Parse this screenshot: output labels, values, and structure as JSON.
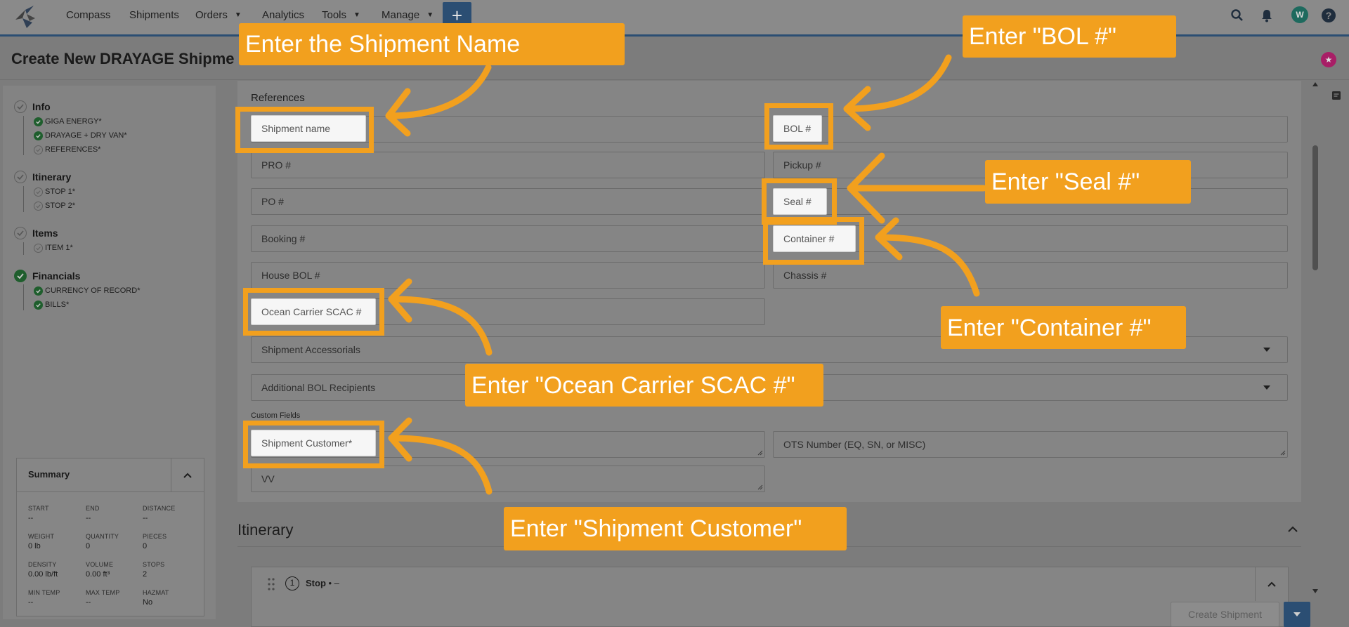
{
  "nav": {
    "items": [
      "Compass",
      "Shipments",
      "Orders",
      "Analytics",
      "Tools",
      "Manage"
    ],
    "plus_label": "+",
    "avatar_initial": "W",
    "icons": [
      "search-icon",
      "bell-icon",
      "help-icon"
    ]
  },
  "page": {
    "title": "Create New DRAYAGE Shipme"
  },
  "sidebar": {
    "groups": [
      {
        "label": "Info",
        "status": "partial",
        "items": [
          {
            "label": "GIGA ENERGY*",
            "done": true
          },
          {
            "label": "DRAYAGE + DRY VAN*",
            "done": true
          },
          {
            "label": "REFERENCES*",
            "done": false
          }
        ]
      },
      {
        "label": "Itinerary",
        "status": "todo",
        "items": [
          {
            "label": "STOP 1*",
            "done": false
          },
          {
            "label": "STOP 2*",
            "done": false
          }
        ]
      },
      {
        "label": "Items",
        "status": "todo",
        "items": [
          {
            "label": "ITEM 1*",
            "done": false
          }
        ]
      },
      {
        "label": "Financials",
        "status": "done",
        "items": [
          {
            "label": "CURRENCY OF RECORD*",
            "done": true
          },
          {
            "label": "BILLS*",
            "done": true
          }
        ]
      }
    ]
  },
  "summary": {
    "title": "Summary",
    "cells": [
      {
        "label": "START",
        "value": "--"
      },
      {
        "label": "END",
        "value": "--"
      },
      {
        "label": "DISTANCE",
        "value": "--"
      },
      {
        "label": "WEIGHT",
        "value": "0 lb"
      },
      {
        "label": "QUANTITY",
        "value": "0"
      },
      {
        "label": "PIECES",
        "value": "0"
      },
      {
        "label": "DENSITY",
        "value": "0.00 lb/ft"
      },
      {
        "label": "VOLUME",
        "value": "0.00 ft³"
      },
      {
        "label": "STOPS",
        "value": "2"
      },
      {
        "label": "MIN TEMP",
        "value": "--"
      },
      {
        "label": "MAX TEMP",
        "value": "--"
      },
      {
        "label": "HAZMAT",
        "value": "No"
      }
    ]
  },
  "references": {
    "title": "References",
    "fields": {
      "shipment_name": "Shipment name",
      "bol": "BOL #",
      "pro": "PRO #",
      "pickup": "Pickup #",
      "po": "PO #",
      "seal": "Seal #",
      "booking": "Booking #",
      "container": "Container #",
      "house_bol": "House BOL #",
      "chassis": "Chassis #",
      "ocean_scac": "Ocean Carrier SCAC #",
      "accessorials": "Shipment Accessorials",
      "bol_recipients": "Additional BOL Recipients"
    },
    "custom_fields_label": "Custom Fields",
    "custom": {
      "shipment_customer": "Shipment Customer*",
      "ots_number": "OTS Number (EQ, SN, or MISC)",
      "vv": "VV"
    }
  },
  "itinerary": {
    "title": "Itinerary",
    "stop": {
      "number": "1",
      "label": "Stop",
      "meta": "• –"
    }
  },
  "actions": {
    "create_label": "Create Shipment"
  },
  "callouts": {
    "shipment_name": "Enter the Shipment Name",
    "bol": "Enter \"BOL #\"",
    "seal": "Enter \"Seal #\"",
    "container": "Enter \"Container #\"",
    "ocean_scac": "Enter \"Ocean Carrier SCAC #\"",
    "shipment_customer": "Enter \"Shipment Customer\""
  },
  "colors": {
    "accent": "#f2a01e",
    "nav_blue": "#2b4e73",
    "done_green": "#1f5e2d",
    "badge_pink": "#a81e66"
  }
}
